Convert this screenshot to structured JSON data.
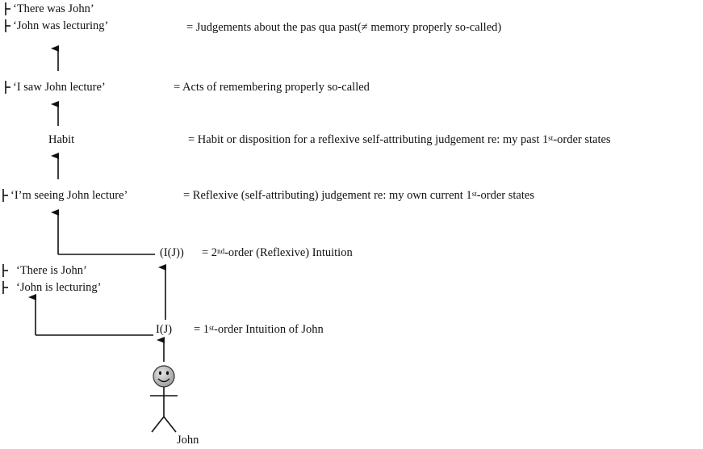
{
  "levels": {
    "past_judgement": {
      "lines": [
        "‘There was John’",
        "‘John was lecturing’"
      ],
      "desc": "= Judgements about the pas qua past(≠ memory properly so-called)"
    },
    "remembering": {
      "label": "‘I saw John lecture’",
      "desc": "= Acts of remembering properly so-called"
    },
    "habit": {
      "label": "Habit",
      "desc_pre": "= Habit or disposition for a reflexive self-attributing judgement re: my past 1",
      "desc_sup": "st",
      "desc_post": "-order states"
    },
    "reflexive": {
      "label": "‘I’m seeing John lecture’",
      "desc_pre": "= Reflexive (self-attributing) judgement re: my own current 1",
      "desc_sup": "st",
      "desc_post": "-order states"
    },
    "second_order": {
      "label": "(I(J))",
      "desc_pre": "= 2",
      "desc_sup": "nd",
      "desc_post": "-order (Reflexive) Intuition"
    },
    "present_judgement": {
      "lines": [
        "‘There is John’",
        "‘John is lecturing’"
      ]
    },
    "first_order": {
      "label": "I(J)",
      "desc_pre": "= 1",
      "desc_sup": "st",
      "desc_post": "-order Intuition of John"
    }
  },
  "figure": {
    "name": "John"
  }
}
